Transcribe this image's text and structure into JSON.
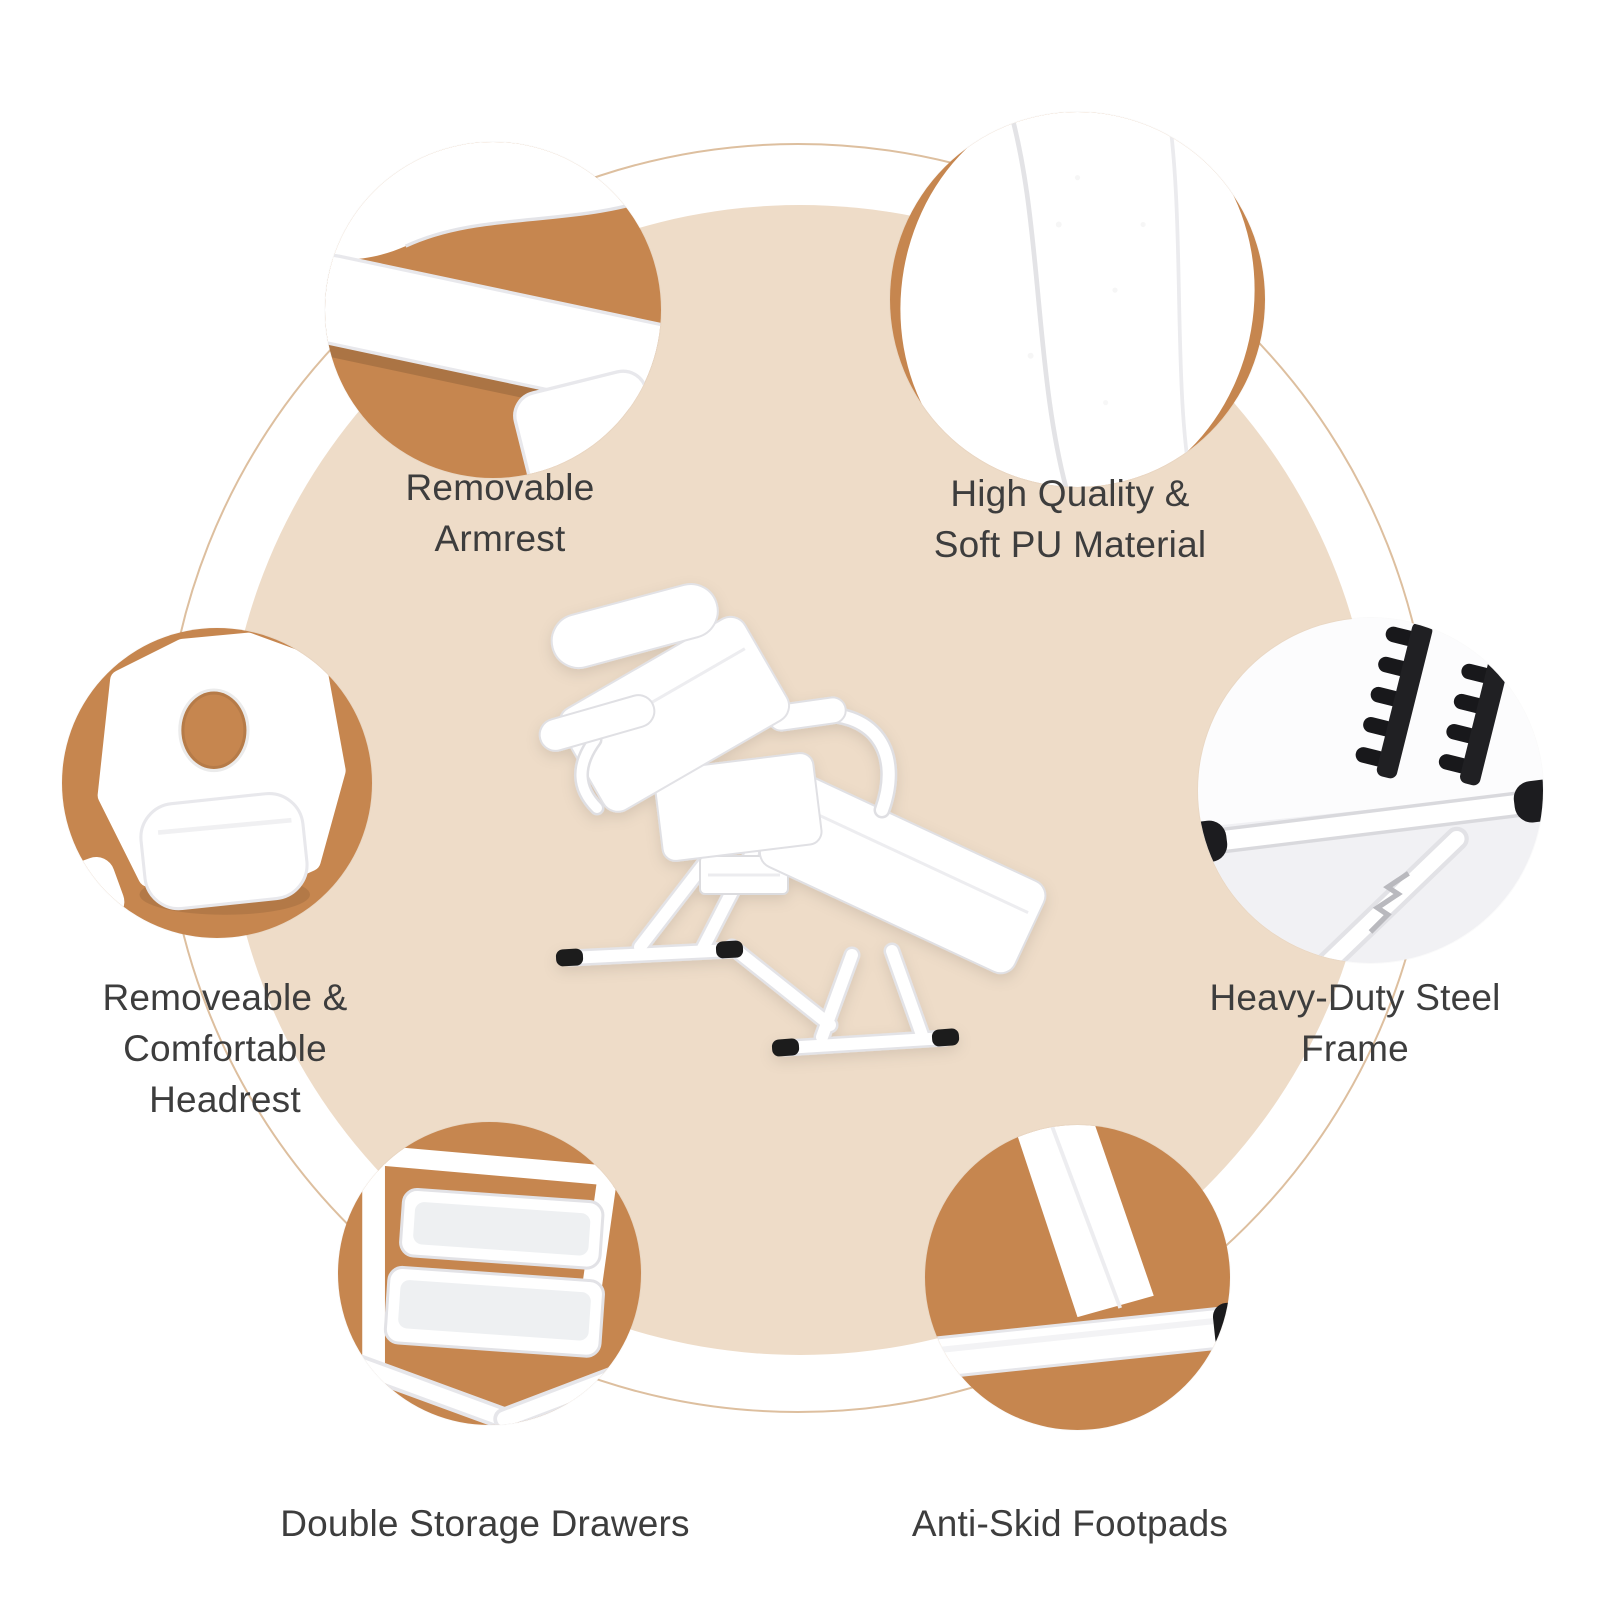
{
  "colors": {
    "background": "#ffffff",
    "beige": "#eedcc8",
    "ring": "#ddbf9f",
    "tan": "#c6864f",
    "tan_dark": "#b07440",
    "text": "#3d3d3d",
    "black": "#1b1b1d",
    "white": "#ffffff"
  },
  "features": {
    "armrest": {
      "lines": [
        "Removable",
        "Armrest"
      ]
    },
    "pu_material": {
      "lines": [
        "High Quality &",
        "Soft PU Material"
      ]
    },
    "headrest": {
      "lines": [
        "Removeable &",
        "Comfortable",
        "Headrest"
      ]
    },
    "steel_frame": {
      "lines": [
        "Heavy-Duty Steel",
        "Frame"
      ]
    },
    "drawers": {
      "lines": [
        "Double Storage Drawers"
      ]
    },
    "footpads": {
      "lines": [
        "Anti-Skid Footpads"
      ]
    }
  }
}
